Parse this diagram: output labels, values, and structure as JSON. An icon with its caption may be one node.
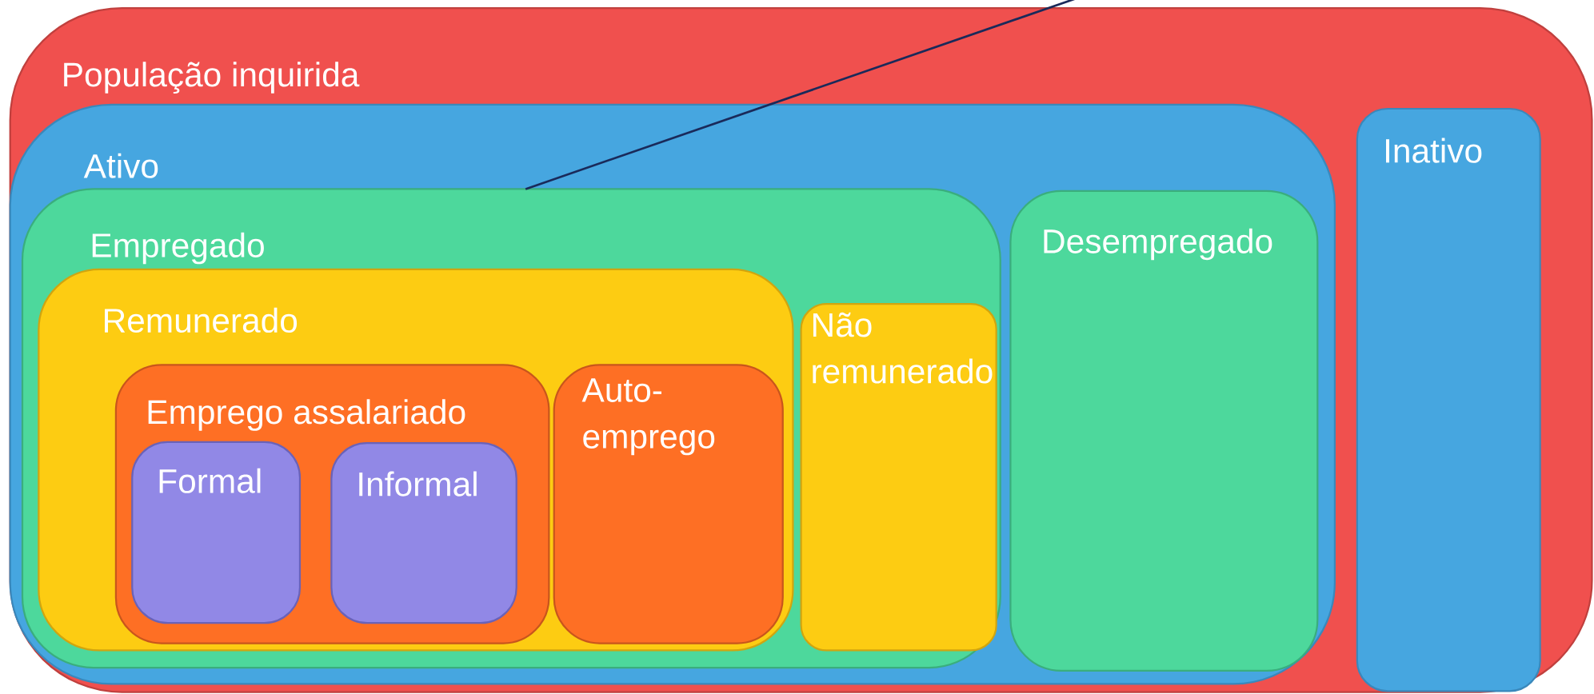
{
  "diagram": {
    "nodes": [
      {
        "text": [
          "População inquirida"
        ]
      },
      {
        "text": [
          "Ativo"
        ],
        "in": 0
      },
      {
        "text": [
          "Empregado"
        ],
        "in": 1
      },
      {
        "text": [
          "Remunerado"
        ],
        "in": 2
      },
      {
        "text": [
          "Emprego assalariado"
        ],
        "in": 3
      },
      {
        "text": [
          "Formal"
        ],
        "in": 4
      },
      {
        "text": [
          "Informal"
        ],
        "in": 4
      },
      {
        "text": [
          "Auto-emprego"
        ],
        "in": 3
      },
      {
        "text": [
          "Não remunerado"
        ],
        "in": 2
      },
      {
        "text": [
          "Desempregado"
        ],
        "in": 1
      },
      {
        "text": [
          "Inativo"
        ],
        "in": 0
      }
    ],
    "edges": [
      {
        "from": null,
        "to": 2,
        "arrow": "none"
      }
    ]
  }
}
